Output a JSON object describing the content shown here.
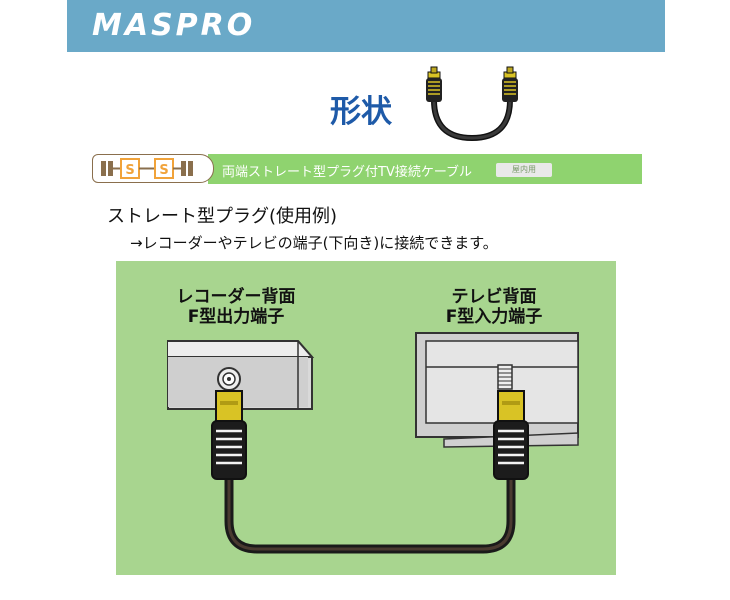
{
  "brand": {
    "logo_text": "MASPRO"
  },
  "shape": {
    "title": "形状"
  },
  "product": {
    "connector_badges": [
      "S",
      "S"
    ],
    "type_label": "両端ストレート型プラグ付TV接続ケーブル",
    "indoor_badge": "屋内用"
  },
  "usage": {
    "heading": "ストレート型プラグ(使用例)",
    "subheading": "→レコーダーやテレビの端子(下向き)に接続できます。"
  },
  "diagram": {
    "recorder_label_line1": "レコーダー背面",
    "recorder_label_line2": "F型出力端子",
    "tv_label_line1": "テレビ背面",
    "tv_label_line2": "F型入力端子"
  },
  "colors": {
    "header": "#6aa9c8",
    "title_blue": "#1e5aa8",
    "type_bar_green": "#8fd36f",
    "panel_green": "#a8d58f",
    "plug_gold": "#d9c325",
    "badge_orange": "#f1a33a"
  }
}
